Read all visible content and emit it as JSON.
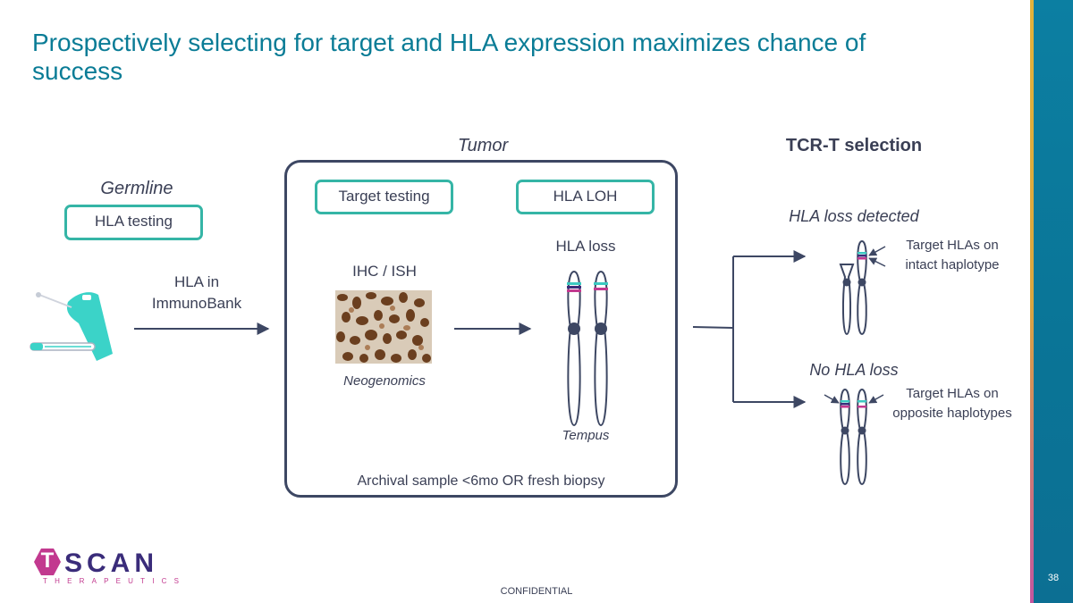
{
  "title": "Prospectively selecting for target and HLA expression maximizes chance of success",
  "germline": {
    "label": "Germline",
    "button": "HLA testing",
    "arrow_label_line1": "HLA in",
    "arrow_label_line2": "ImmunoBank"
  },
  "tumor": {
    "label": "Tumor",
    "target_button": "Target testing",
    "loh_button": "HLA LOH",
    "ihc_label": "IHC / ISH",
    "ihc_vendor": "Neogenomics",
    "hla_loss_label": "HLA loss",
    "hla_vendor": "Tempus",
    "sample_note": "Archival sample <6mo OR fresh biopsy"
  },
  "tcr": {
    "label": "TCR-T selection",
    "detected_label": "HLA loss detected",
    "detected_note_line1": "Target HLAs on",
    "detected_note_line2": "intact haplotype",
    "noloss_label": "No HLA loss",
    "noloss_note_line1": "Target HLAs on",
    "noloss_note_line2": "opposite haplotypes"
  },
  "logo": {
    "t": "T",
    "name": "SCAN",
    "sub": "THERAPEUTICS"
  },
  "footer": "CONFIDENTIAL",
  "page_number": "38",
  "colors": {
    "title": "#0a7c96",
    "teal_outline": "#35b5a6",
    "dark_outline": "#3d4763",
    "band_teal": "#3bc9c1",
    "band_magenta": "#c2398f",
    "band_navy": "#3a2c7a",
    "sidebar": "#0a7597",
    "sidebar_accent": "#e2b23a"
  },
  "icons": {
    "germline_icon": "hand-with-swab-and-tube-icon",
    "chromosome_icon": "chromosome-icon",
    "logo_icon": "hexagon-logo-icon"
  }
}
